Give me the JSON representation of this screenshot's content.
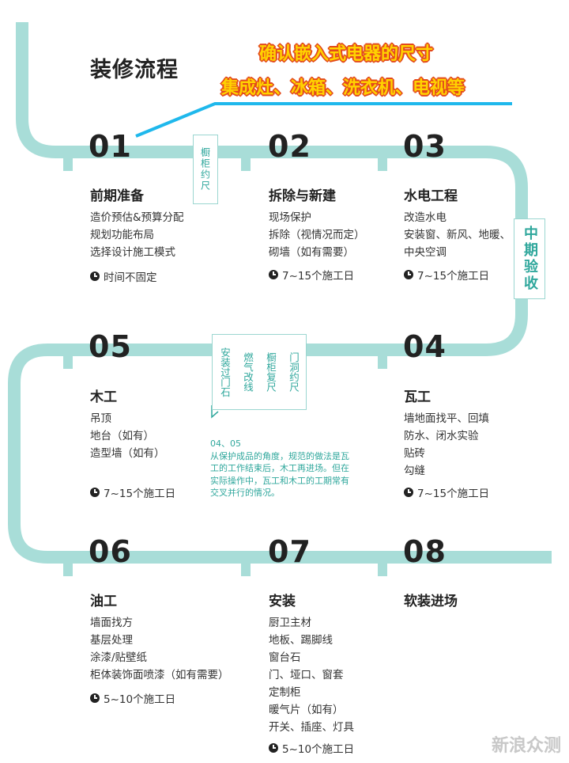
{
  "title": "装修流程",
  "annotation": {
    "line1": "确认嵌入式电器的尺寸",
    "line2": "集成灶、冰箱、洗衣机、电视等"
  },
  "colors": {
    "track": "#a8ddd8",
    "accent": "#2fa79c",
    "annotation_text": "#ffd200",
    "annotation_outline": "#e34a1c",
    "pointer_line": "#1fb8ec"
  },
  "steps": [
    {
      "num": "01",
      "heading": "前期准备",
      "items": [
        "造价预估&预算分配",
        "规划功能布局",
        "选择设计施工模式"
      ],
      "duration": "时间不固定"
    },
    {
      "num": "02",
      "heading": "拆除与新建",
      "items": [
        "现场保护",
        "拆除（视情况而定）",
        "砌墙（如有需要）"
      ],
      "duration": "7~15个施工日"
    },
    {
      "num": "03",
      "heading": "水电工程",
      "items": [
        "改造水电",
        "安装窗、新风、地暖、",
        "中央空调"
      ],
      "duration": "7~15个施工日"
    },
    {
      "num": "04",
      "heading": "瓦工",
      "items": [
        "墙地面找平、回填",
        "防水、闭水实验",
        "贴砖",
        "勾缝"
      ],
      "duration": "7~15个施工日"
    },
    {
      "num": "05",
      "heading": "木工",
      "items": [
        "吊顶",
        "地台（如有）",
        "造型墙（如有）"
      ],
      "duration": "7~15个施工日"
    },
    {
      "num": "06",
      "heading": "油工",
      "items": [
        "墙面找方",
        "基层处理",
        "涂漆/贴壁纸",
        "柜体装饰面喷漆（如有需要）"
      ],
      "duration": "5~10个施工日"
    },
    {
      "num": "07",
      "heading": "安装",
      "items": [
        "厨卫主材",
        "地板、踢脚线",
        "窗台石",
        "门、垭口、窗套",
        "定制柜",
        "暖气片（如有）",
        "开关、插座、灯具"
      ],
      "duration": "5~10个施工日"
    },
    {
      "num": "08",
      "heading": "软装进场",
      "items": [],
      "duration": ""
    }
  ],
  "boxes": {
    "cabinet": "橱柜约尺",
    "midcheck": "中期验收",
    "measure_cols": [
      "门洞约尺",
      "橱柜复尺",
      "燃气改线",
      "安装过门石"
    ]
  },
  "note": {
    "label": "04、05",
    "lines": [
      "从保护成品的角度，规范的做法是瓦",
      "工的工作结束后，木工再进场。但在",
      "实际操作中，瓦工和木工的工期常有",
      "交叉并行的情况。"
    ]
  },
  "watermark": "新浪众测"
}
